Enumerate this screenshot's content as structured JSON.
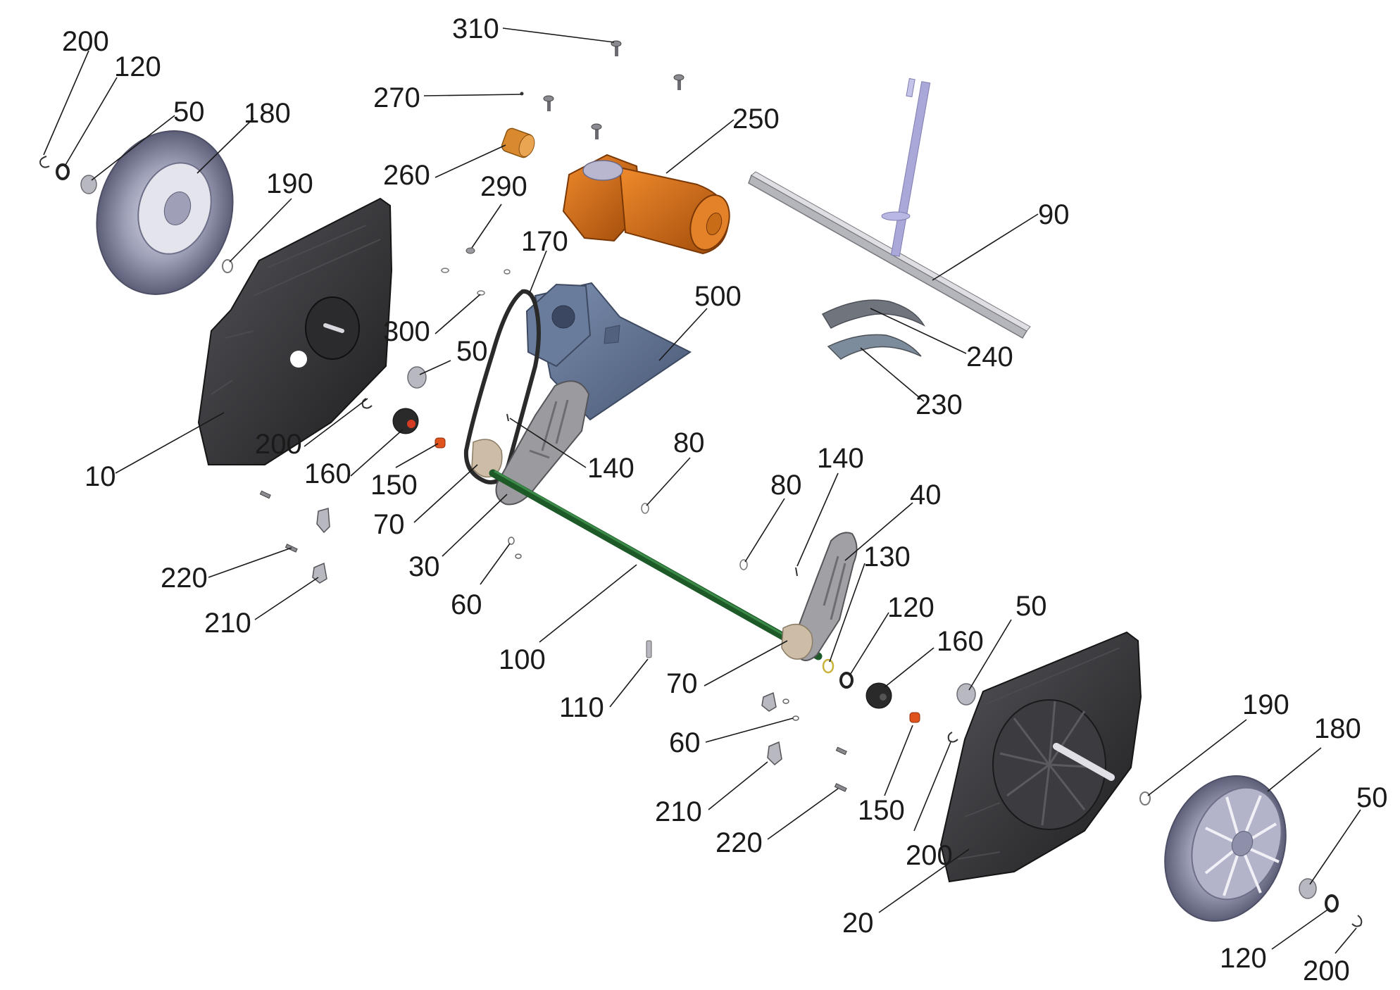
{
  "diagram": {
    "type": "exploded-parts-diagram",
    "colors": {
      "housing": "#3a3a3d",
      "housing_dark": "#242426",
      "wheel": "#7d7f97",
      "wheel_light": "#c9cadb",
      "motor": "#d66a12",
      "motor_dark": "#8c4208",
      "bracket": "#5f7190",
      "shaft": "#1f5a2a",
      "plate": "#8e8e92",
      "tan_plate": "#c9b9a4",
      "gear_black": "#2a2a2a",
      "orange_bush": "#e0531c",
      "bar": "#b4b4bb",
      "rod": "#a7a6d6",
      "blade": "#7c828c",
      "leader": "#1a1a1a"
    },
    "labels": {
      "l200_a": "200",
      "l120_a": "120",
      "l50_a": "50",
      "l180_a": "180",
      "l190_a": "190",
      "l10": "10",
      "l200_b": "200",
      "l160_a": "160",
      "l150_a": "150",
      "l300": "300",
      "l50_b": "50",
      "l310": "310",
      "l270": "270",
      "l260": "260",
      "l290": "290",
      "l250": "250",
      "l170": "170",
      "l500": "500",
      "l90": "90",
      "l240": "240",
      "l230": "230",
      "l140_a": "140",
      "l70_a": "70",
      "l30": "30",
      "l60_a": "60",
      "l220_a": "220",
      "l210_a": "210",
      "l80_a": "80",
      "l80_b": "80",
      "l140_b": "140",
      "l40": "40",
      "l130": "130",
      "l120_b": "120",
      "l160_b": "160",
      "l50_c": "50",
      "l100": "100",
      "l110": "110",
      "l70_b": "70",
      "l60_b": "60",
      "l210_b": "210",
      "l220_b": "220",
      "l150_b": "150",
      "l200_c": "200",
      "l190_b": "190",
      "l180_b": "180",
      "l50_d": "50",
      "l20": "20",
      "l120_c": "120",
      "l200_d": "200"
    }
  }
}
